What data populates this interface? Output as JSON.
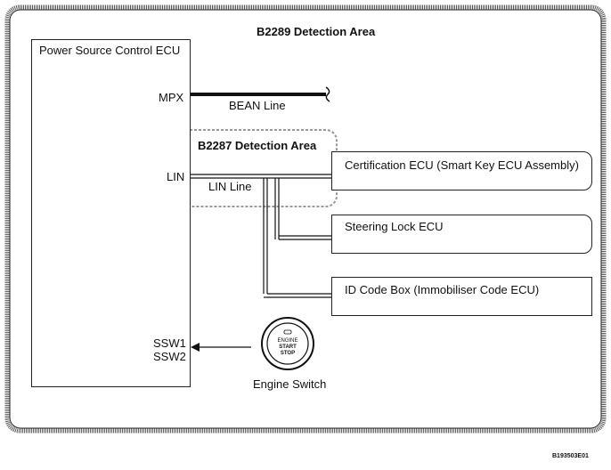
{
  "outer_area": {
    "title": "B2289 Detection Area"
  },
  "inner_area": {
    "title": "B2287 Detection Area"
  },
  "main_ecu": {
    "title": "Power Source Control ECU",
    "pins": {
      "mpx": "MPX",
      "lin": "LIN",
      "ssw1": "SSW1",
      "ssw2": "SSW2"
    }
  },
  "lines": {
    "bean": "BEAN Line",
    "lin": "LIN Line"
  },
  "devices": [
    {
      "label": "Certification ECU (Smart Key ECU Assembly)"
    },
    {
      "label": "Steering Lock ECU"
    },
    {
      "label": "ID Code Box (Immobiliser Code ECU)"
    }
  ],
  "engine_switch": {
    "caption": "Engine Switch",
    "face": [
      "ENGINE",
      "START",
      "STOP"
    ]
  },
  "figure_code": "B193503E01",
  "colors": {
    "line": "#111111",
    "area_border": "#444444",
    "inner_area_border": "#999999"
  }
}
